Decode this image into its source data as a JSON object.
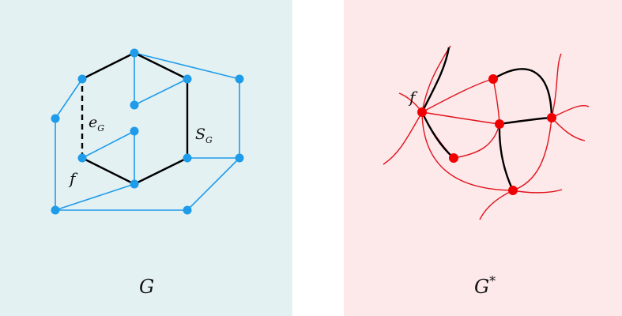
{
  "left_panel": {
    "caption": "G",
    "background": "#e3f1f3",
    "edge_color": "#1e9be9",
    "vertex_color": "#1e9be9",
    "labels": {
      "f": "f",
      "e": "e",
      "e_sub": "G",
      "s": "S",
      "s_sub": "G"
    }
  },
  "right_panel": {
    "caption": "G",
    "caption_sup": "*",
    "background": "#fde8ea",
    "curve_color": "#e0141c",
    "vertex_color": "#f00000",
    "dark_edge_color": "#000000",
    "labels": {
      "f": "f"
    }
  }
}
